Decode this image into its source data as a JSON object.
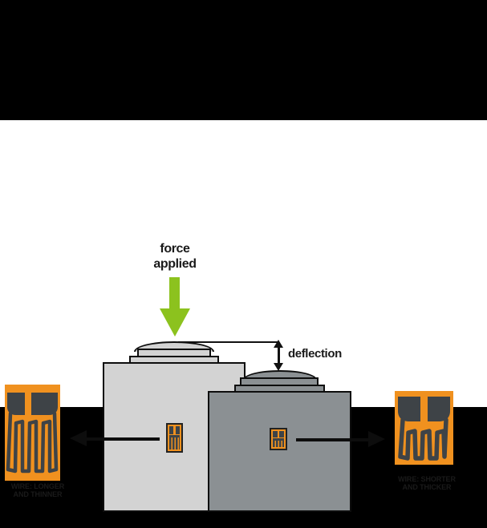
{
  "diagram": {
    "force_label": {
      "line1": "force",
      "line2": "applied"
    },
    "deflection_label": "deflection",
    "gauge_left_caption": {
      "line1": "WIRE: LONGER",
      "line2": "AND THINNER"
    },
    "gauge_right_caption": {
      "line1": "WIRE: SHORTER",
      "line2": "AND THICKER"
    }
  },
  "colors": {
    "force_arrow_green": "#8cc21e",
    "gauge_orange": "#f0911f",
    "wire_dark": "#3e4347",
    "block_light_gray": "#d3d3d3",
    "block_dark_gray": "#8b9093",
    "outline_black": "#0d0d0d",
    "background_black": "#000000",
    "panel_white": "#ffffff"
  }
}
